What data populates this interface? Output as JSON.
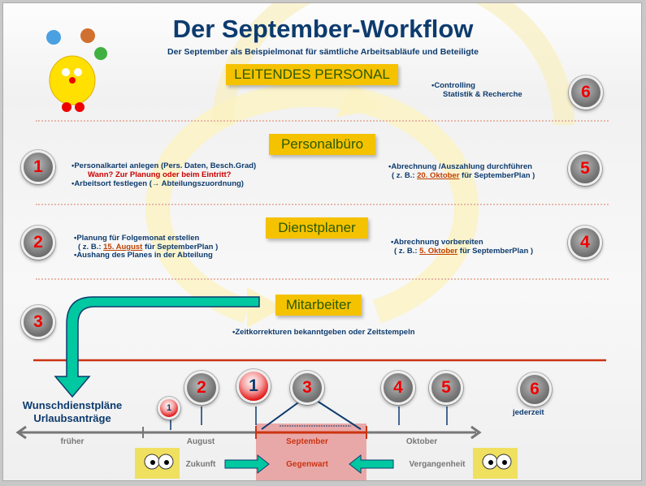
{
  "title": "Der September-Workflow",
  "subtitle": "Der September als Beispielmonat für sämtliche Arbeitsabläufe und Beteiligte",
  "roles": {
    "leitung": "LEITENDES PERSONAL",
    "personalbuero": "Personalbüro",
    "dienstplaner": "Dienstplaner",
    "mitarbeiter": "Mitarbeiter"
  },
  "steps": {
    "s1": "1",
    "s2": "2",
    "s3": "3",
    "s4": "4",
    "s5": "5",
    "s6": "6"
  },
  "notes": {
    "controlling": "•Controlling",
    "statistik": "Statistik & Recherche",
    "pk1": "•Personalkartei anlegen (Pers. Daten, Besch.Grad)",
    "pk2": "Wann? Zur Planung oder beim Eintritt?",
    "pk3": "•Arbeitsort festlegen (→ Abteilungszuordnung)",
    "ab1": "•Abrechnung /Auszahlung durchführen",
    "ab2a": "( z. B.: ",
    "ab2b": "20. Oktober",
    "ab2c": " für SeptemberPlan )",
    "pl1": "•Planung für Folgemonat erstellen",
    "pl2a": "( z. B.: ",
    "pl2b": "15. August",
    "pl2c": " für SeptemberPlan )",
    "pl3": "•Aushang des Planes in der Abteilung",
    "av1": "•Abrechnung vorbereiten",
    "av2a": "( z. B.: ",
    "av2b": "5. Oktober",
    "av2c": " für SeptemberPlan )",
    "zk": "•Zeitkorrekturen bekanntgeben oder Zeitstempeln"
  },
  "timeline": {
    "wunsch1": "Wunschdienstpläne",
    "wunsch2": "Urlaubsanträge",
    "frueher": "früher",
    "august": "August",
    "september": "September",
    "oktober": "Oktober",
    "jederzeit": "jederzeit",
    "zukunft": "Zukunft",
    "gegenwart": "Gegenwart",
    "vergangenheit": "Vergangenheit"
  },
  "colors": {
    "navy": "#0d3b6e",
    "yellow": "#f5c200",
    "teal": "#00c8a0",
    "red": "#cc2200"
  }
}
